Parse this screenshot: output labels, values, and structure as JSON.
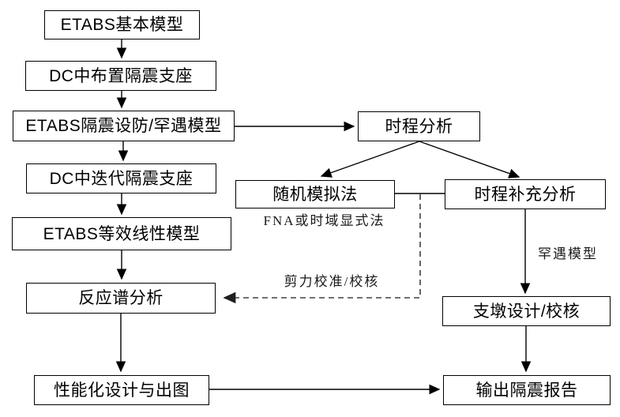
{
  "diagram": {
    "nodes": {
      "etabs_base": "ETABS基本模型",
      "dc_arrange": "DC中布置隔震支座",
      "etabs_fortify": "ETABS隔震设防/罕遇模型",
      "dc_iterate": "DC中迭代隔震支座",
      "etabs_linear": "ETABS等效线性模型",
      "response_spectrum": "反应谱分析",
      "perf_design": "性能化设计与出图",
      "time_history": "时程分析",
      "stochastic": "随机模拟法",
      "th_supplement": "时程补充分析",
      "pier_design": "支墩设计/校核",
      "output_report": "输出隔震报告"
    },
    "annotations": {
      "fna_method": "FNA或时域显式法",
      "shear_check": "剪力校准/校核",
      "rare_model": "罕遇模型"
    },
    "colors": {
      "line": "#000000",
      "dashed_line": "#404040",
      "box_border": "#000000",
      "box_fill": "#ffffff",
      "background": "#ffffff",
      "text": "#000000"
    }
  }
}
